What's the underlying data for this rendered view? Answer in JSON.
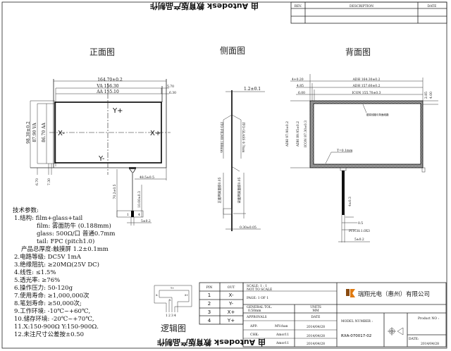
{
  "watermark": "由 Autodesk 教育版产品制作",
  "revision_table": {
    "rev": "REV.",
    "description": "DESCRIPTION",
    "date": "DATE"
  },
  "views": {
    "front": "正面图",
    "side": "侧面图",
    "back": "背面图",
    "logic": "逻辑图"
  },
  "front_view": {
    "overall_width": "164.70±0.2",
    "va_width": "VA  156.30",
    "aa_width": "AA  155.10",
    "right_offset_1": "5.70",
    "right_offset_2": "6.30",
    "overall_height": "98.30±0.2",
    "va_height": "87.90 VA",
    "aa_height": "86.70 AA",
    "bottom_offset_1": "6.70",
    "bottom_offset_2": "7.30",
    "labels": {
      "y_plus": "Y+",
      "y_minus": "Y-",
      "x_plus": "X+",
      "x_minus": "X-"
    },
    "tail_position": "48.5±0.5",
    "tail_length": "70.2±0.5",
    "tail_stiffener": "10.00±0.3",
    "pin_first": "1",
    "pin_last": "4",
    "tail_width": "5±0.2"
  },
  "side_view": {
    "thickness": "1.2±0.1",
    "film": "ITO FILM0.188mm",
    "glass": "ITO GLASS 0.7mm",
    "front_tape": "正面用双面胶0.05",
    "back_tape": "背面用双面胶0.05",
    "tail_thickness": "0.30±0.05"
  },
  "back_view": {
    "adh_width": "ADH 164.30±0.2",
    "adh_inner_width": "ADH 157.60±0.2",
    "icon_width": "ICON 155.70±0.3",
    "left_1": "4+0.20",
    "left_2": "4.85",
    "left_3": "6.00",
    "right_1": "2.85",
    "right_2": "4.00",
    "adh_height": "ADH 97.90±0.2",
    "adh_inner_height": "ADH 89.95±0.2",
    "icon_height": "ICON 87.30±0.3",
    "note": "银浆线路与背面线路",
    "tape_thickness": "T=0.1mm",
    "tail_stiffener": "4±0.3",
    "lead_width": "0.5",
    "pitch": "PITCH:1.0X3",
    "tail_width": "5±0.2"
  },
  "tech_params": {
    "title": "技术参数:",
    "lines": [
      "1.结构: film+glass+tail",
      "film: 雾面防牛 (0.188mm)",
      "glass: 500Ω/口 普通0.7mm",
      "tail: FPC (pitch1.0)",
      "产品总厚度:触摸屏 1.2±0.1mm",
      "2.电路等级: DC5V 1mA",
      "3.绝缘阻抗: ≥20MΩ(25V DC)",
      "4.线性: ≤1.5%",
      "5.透光率: ≥76%",
      "6.操作压力: 50-120g",
      "7.使用寿命: ≥1,000,000次",
      "8.笔划寿命: ≥50,000次;",
      "9.工作环境: -10℃~+60℃,",
      "10.储存环境: -20℃~+70℃,",
      "11.X:150-900Ω Y:150-900Ω.",
      "12.未注尺寸公差按±0.50"
    ]
  },
  "logic_diagram": {
    "y_plus": "Y+",
    "y_minus": "Y-",
    "x_plus": "X+",
    "x_minus": "X-",
    "pins": [
      "1",
      "2",
      "3",
      "4"
    ]
  },
  "pin_table": {
    "headers": [
      "PIN",
      "OUT"
    ],
    "rows": [
      [
        "1",
        "X-"
      ],
      [
        "2",
        "Y-"
      ],
      [
        "3",
        "X+"
      ],
      [
        "4",
        "Y+"
      ]
    ]
  },
  "title_block": {
    "scale": "SCALE: 1 : 1",
    "not_to_scale": "NOT TO SCALE",
    "page": "PAGE: 1 OF 1",
    "general_tol": "GENERAL TOL.",
    "tol_value": "0.50mm",
    "units": "UNITS",
    "units_value": "MM",
    "approvals": "APPROVALS",
    "date_header": "DATE",
    "approvals_rows": [
      {
        "role": "APP:",
        "name": "MYchan",
        "date": "2014/04/28"
      },
      {
        "role": "CHK:",
        "name": "Amor11",
        "date": "2014/04/28"
      },
      {
        "role": "",
        "name": "Amor11",
        "date": "2014/04/28"
      }
    ],
    "company": "瑞翔光电（惠州）有限公司",
    "brand_color": "#e07a10",
    "model_number_label": "MODEL NUMBER :",
    "model_number": "RXA-070017-02",
    "product_no_label": "Product NO :",
    "date_label": "DATE:",
    "date_value": "2014/04/28"
  }
}
